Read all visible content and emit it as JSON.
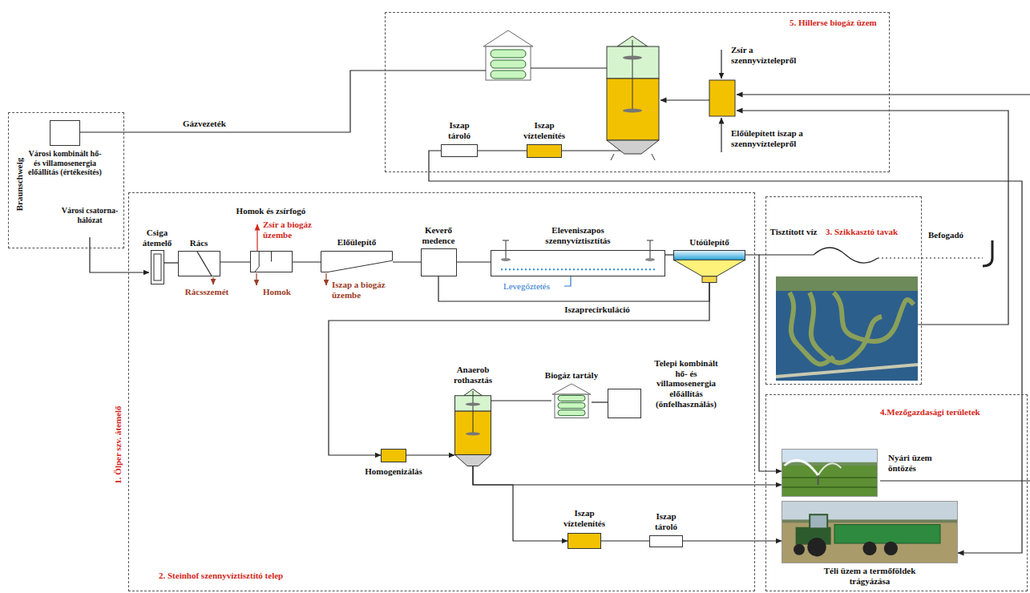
{
  "diagram": {
    "nodes": [
      {
        "text": [
          "Braunschweig"
        ]
      },
      {
        "text": [
          "Városi kombinált hő- és villamosenergia előállítás (értékesítés)"
        ],
        "in": 0
      },
      {
        "text": [
          "5. Hillerse biogáz üzem"
        ]
      },
      {
        "text": [
          "Iszap tároló"
        ],
        "in": 2
      },
      {
        "text": [
          "Iszap víztelenítés"
        ],
        "in": 2
      },
      {
        "text": [
          "2. Steinhof szennyvíztisztító telep"
        ]
      },
      {
        "text": [
          "Csiga átemelő"
        ],
        "in": 5
      },
      {
        "text": [
          "Rács"
        ],
        "in": 5
      },
      {
        "text": [
          "Homok és zsírfogó"
        ],
        "in": 5
      },
      {
        "text": [
          "Előülepítő"
        ],
        "in": 5
      },
      {
        "text": [
          "Keverő medence"
        ],
        "in": 5
      },
      {
        "text": [
          "Eleveniszapos szennyvíztisztítás"
        ],
        "in": 5
      },
      {
        "text": [
          "Utóülepítő"
        ],
        "in": 5
      },
      {
        "text": [
          "Anaerob rothasztás"
        ],
        "in": 5
      },
      {
        "text": [
          "Biogáz tartály"
        ],
        "in": 5
      },
      {
        "text": [
          "Telepi kombinált hő- és villamosenergia előállítás (önfelhasználás)"
        ],
        "in": 5
      },
      {
        "text": [
          "Homogenizálás"
        ],
        "in": 5
      },
      {
        "text": [
          "Iszap víztelenítés"
        ],
        "in": 5
      },
      {
        "text": [
          "Iszap tároló"
        ],
        "in": 5
      },
      {
        "text": [
          "3. Szikkasztó tavak"
        ]
      },
      {
        "text": [
          "4.Mezőgazdasági területek"
        ]
      },
      {
        "text": [
          "Nyári üzem öntözés"
        ],
        "in": 20
      },
      {
        "text": [
          "Téli üzem a termőföldek trágyázása"
        ],
        "in": 20
      }
    ],
    "edges": [
      {
        "from": 6,
        "to": 7,
        "arrow": "none"
      },
      {
        "from": 7,
        "to": 8,
        "arrow": "none"
      },
      {
        "from": 8,
        "to": 9,
        "arrow": "none"
      },
      {
        "from": 9,
        "to": 10,
        "arrow": "none"
      },
      {
        "from": 10,
        "to": 11,
        "arrow": "none"
      },
      {
        "from": 11,
        "to": 12,
        "arrow": "none"
      },
      {
        "from": 12,
        "to": 10,
        "arrow": "none",
        "label": "Iszaprecirkuláció"
      },
      {
        "from": 12,
        "to": 16,
        "arrow": "to"
      },
      {
        "from": 16,
        "to": 13,
        "arrow": "to"
      },
      {
        "from": 13,
        "to": 14,
        "arrow": "none"
      },
      {
        "from": 14,
        "to": 15,
        "arrow": "none"
      },
      {
        "from": 13,
        "to": 17,
        "arrow": "to"
      },
      {
        "from": 17,
        "to": 18,
        "arrow": "none"
      },
      {
        "from": 18,
        "to": 22,
        "arrow": "to"
      },
      {
        "from": 13,
        "to": 21,
        "arrow": "to"
      },
      {
        "from": 12,
        "to": 21,
        "arrow": "to"
      },
      {
        "from": 3,
        "to": 4,
        "arrow": "none"
      },
      {
        "from": 3,
        "to": 22,
        "arrow": "to"
      }
    ],
    "labels": [
      "Városi csatorna-hálózat",
      "1. Ölper szv. átemelő",
      "Gázvezeték",
      "Zsír a szennyvíztelepről",
      "Előülepített iszap a szennyvíztelepről",
      "Rácsszemét",
      "Homok",
      "Zsír a biogáz üzembe",
      "Iszap a biogáz üzembe",
      "Levegőztetés",
      "Tisztított víz",
      "Befogadó"
    ]
  }
}
